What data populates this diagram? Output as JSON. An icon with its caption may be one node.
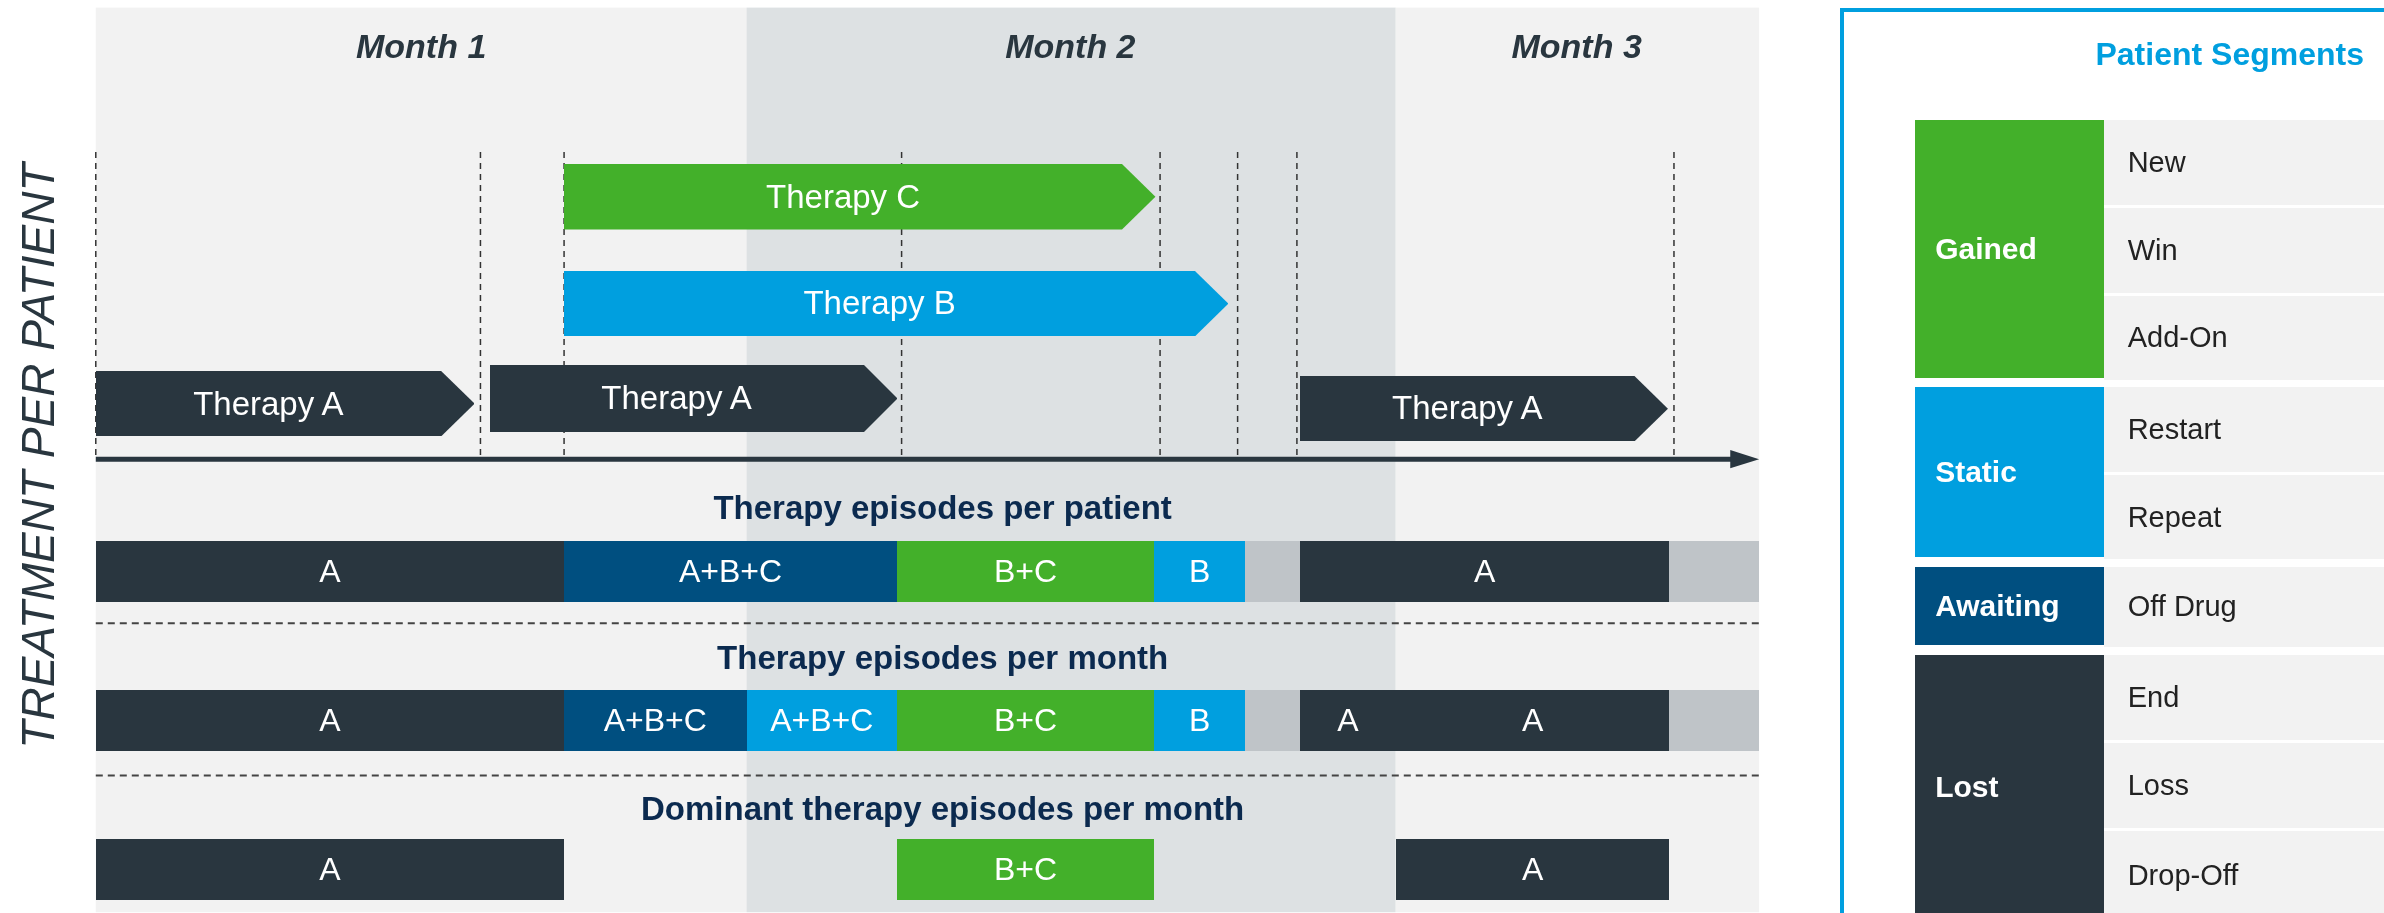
{
  "diagram": {
    "nodes": [
      {
        "text": [
          "Therapy C"
        ]
      },
      {
        "text": [
          "Therapy B"
        ]
      },
      {
        "text": [
          "Therapy A"
        ]
      },
      {
        "text": [
          "Therapy A"
        ]
      },
      {
        "text": [
          "Therapy A"
        ]
      },
      {
        "text": [
          "A"
        ]
      },
      {
        "text": [
          "A+B+C"
        ]
      },
      {
        "text": [
          "B+C"
        ]
      },
      {
        "text": [
          "B"
        ]
      },
      {
        "text": [],
        "shape": "bar"
      },
      {
        "text": [
          "A"
        ]
      },
      {
        "text": [],
        "shape": "bar"
      },
      {
        "text": [
          "A"
        ]
      },
      {
        "text": [
          "A+B+C"
        ]
      },
      {
        "text": [
          "A+B+C"
        ]
      },
      {
        "text": [
          "B+C"
        ]
      },
      {
        "text": [
          "B"
        ]
      },
      {
        "text": [],
        "shape": "bar"
      },
      {
        "text": [
          "A"
        ]
      },
      {
        "text": [
          "A"
        ]
      },
      {
        "text": [],
        "shape": "bar"
      },
      {
        "text": [
          "A"
        ]
      },
      {
        "text": [
          "B+C"
        ]
      },
      {
        "text": [
          "A"
        ]
      },
      {
        "text": [
          "Patient Segments"
        ]
      },
      {
        "text": [
          "Gained"
        ],
        "in": 24
      },
      {
        "text": [
          "New"
        ],
        "in": 24
      },
      {
        "text": [
          "Win"
        ],
        "in": 24
      },
      {
        "text": [
          "Add-On"
        ],
        "in": 24
      },
      {
        "text": [
          "Static"
        ],
        "in": 24
      },
      {
        "text": [
          "Restart"
        ],
        "in": 24
      },
      {
        "text": [
          "Repeat"
        ],
        "in": 24
      },
      {
        "text": [
          "Awaiting"
        ],
        "in": 24
      },
      {
        "text": [
          "Off Drug"
        ],
        "in": 24
      },
      {
        "text": [
          "Lost"
        ],
        "in": 24
      },
      {
        "text": [
          "End"
        ],
        "in": 24
      },
      {
        "text": [
          "Loss"
        ],
        "in": 24
      },
      {
        "text": [
          "Drop-Off"
        ],
        "in": 24
      }
    ],
    "edges": [],
    "labels": [
      "Month 1",
      "Month 2",
      "Month 3",
      "TREATMENT PER PATIENT",
      "Therapy episodes per patient",
      "Therapy episodes per month",
      "Dominant therapy episodes per month"
    ]
  }
}
